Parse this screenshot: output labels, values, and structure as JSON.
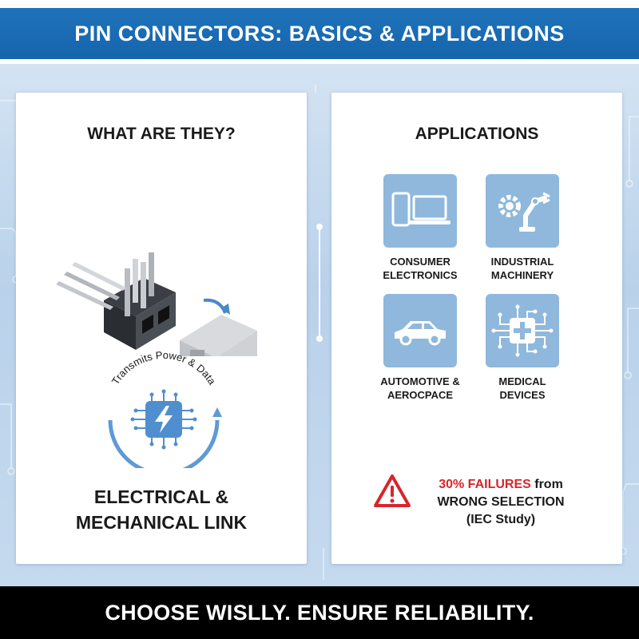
{
  "header": {
    "title": "PIN CONNECTORS: BASICS & APPLICATIONS"
  },
  "left_panel": {
    "heading": "WHAT ARE THEY?",
    "arc_text": "Transmits Power & Data",
    "link_line1": "ELECTRICAL &",
    "link_line2": "MECHANICAL LINK"
  },
  "right_panel": {
    "heading": "APPLICATIONS",
    "applications": [
      {
        "line1": "CONSUMER",
        "line2": "ELECTRONICS",
        "icon": "phone-laptop-icon"
      },
      {
        "line1": "INDUSTRIAL",
        "line2": "MACHINERY",
        "icon": "gear-robot-arm-icon"
      },
      {
        "line1": "AUTOMOTIVE &",
        "line2": "AEROCPACE",
        "icon": "car-icon"
      },
      {
        "line1": "MEDICAL",
        "line2": "DEVICES",
        "icon": "medical-chip-icon"
      }
    ],
    "warning": {
      "highlight": "30% FAILURES",
      "rest_line1": " from",
      "line2": "WRONG SELECTION",
      "line3": "(IEC Study)",
      "icon": "warning-triangle-icon"
    }
  },
  "footer": {
    "tagline": "CHOOSE WISLLY. ENSURE RELIABILITY."
  },
  "colors": {
    "title_bar": "#1565ad",
    "tile": "#8fb8dc",
    "warning_red": "#d7262b",
    "footer": "#000000"
  }
}
